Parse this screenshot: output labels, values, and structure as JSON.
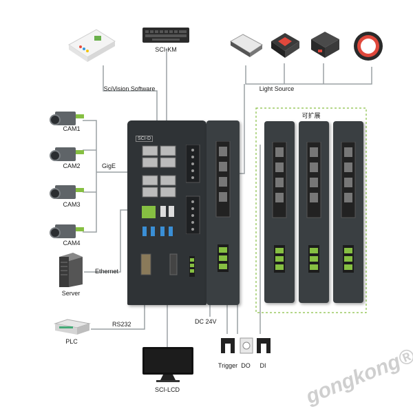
{
  "labels": {
    "sci_km": "SCI-KM",
    "scivision": "SciVision Software",
    "light_source": "Light Source",
    "expandable": "可扩展",
    "cam1": "CAM1",
    "cam2": "CAM2",
    "cam3": "CAM3",
    "cam4": "CAM4",
    "gige": "GigE",
    "ethernet": "Ethernet",
    "server": "Server",
    "plc": "PLC",
    "rs232": "RS232",
    "dc24v": "DC 24V",
    "trigger": "Trigger",
    "do": "DO",
    "di": "DI",
    "sci_lcd": "SCI-LCD",
    "main_unit_badge": "SCI-D",
    "module_label": "TRIG",
    "module_label_do": "DO",
    "module_label_di": "DI",
    "module_dc24v": "DC 24V"
  },
  "watermark": "gongkong®",
  "colors": {
    "wire_gray": "#9aa0a4",
    "wire_green": "#86bf42",
    "device_dark": "#2f3336",
    "module_dark": "#3a3f42"
  }
}
